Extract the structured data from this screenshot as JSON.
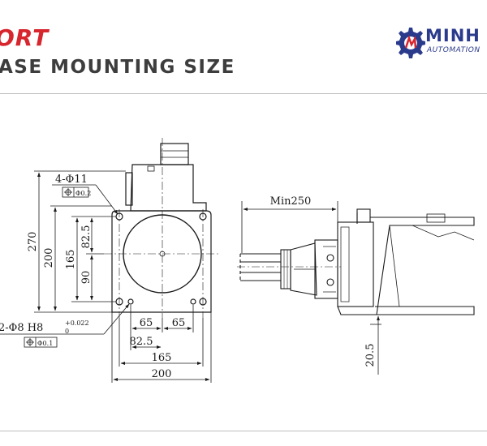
{
  "header": {
    "title": "ORT",
    "subtitle": "ASE MOUNTING SIZE"
  },
  "logo": {
    "name": "MINH",
    "tagline": "AUTOMATION",
    "icon": "gear-mark-icon",
    "colors": {
      "blue": "#2b3b8c",
      "red": "#d7262e"
    }
  },
  "colors": {
    "title": "#d7262e",
    "subtitle": "#3d3d3d",
    "line": "#1a1a1a"
  },
  "drawing": {
    "hole_note": "4-Φ11",
    "hole_tol": "Φ0.2",
    "pin_note": "2-Φ8 H8",
    "pin_tol_upper": "+0.022",
    "pin_tol_lower": "0",
    "pin_frame_tol": "Φ0.1",
    "dims": {
      "h270": "270",
      "h200": "200",
      "h165": "165",
      "h82_5": "82.5",
      "h90": "90",
      "w65_left": "65",
      "w65_right": "65",
      "w82_5": "82.5",
      "w165": "165",
      "w200": "200",
      "min250": "Min250",
      "h20_5": "20.5"
    }
  }
}
